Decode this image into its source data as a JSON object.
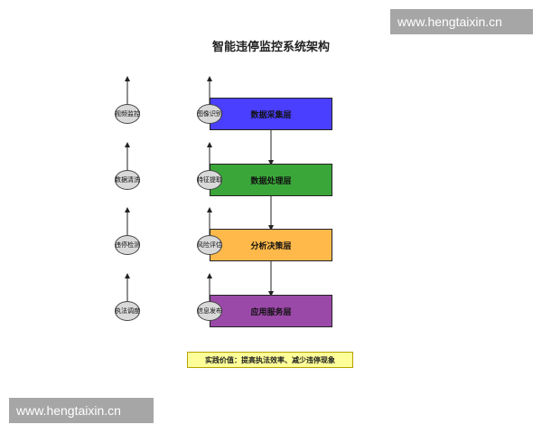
{
  "watermarks": {
    "top": "www.hengtaixin.cn",
    "bottom": "www.hengtaixin.cn"
  },
  "title": "智能违停监控系统架构",
  "layers": [
    {
      "label": "数据采集层",
      "color": "#4a3fff"
    },
    {
      "label": "数据处理层",
      "color": "#3aa63a"
    },
    {
      "label": "分析决策层",
      "color": "#ffb94a"
    },
    {
      "label": "应用服务层",
      "color": "#9b49a8"
    }
  ],
  "left_nodes": [
    "视频监控",
    "数据清洗",
    "违停检测",
    "执法调度"
  ],
  "right_nodes": [
    "图像识别",
    "特征提取",
    "风险评估",
    "信息发布"
  ],
  "practical_value": "实践价值：提高执法效率、减少违停现象"
}
